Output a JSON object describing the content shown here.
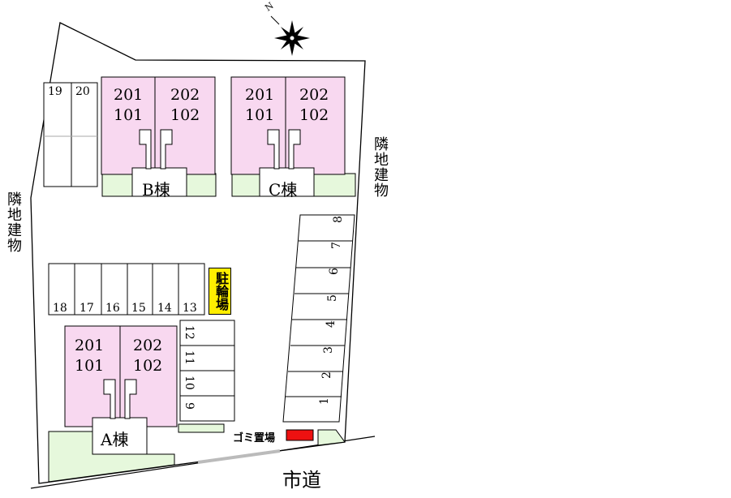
{
  "compass": {
    "north_letter": "N"
  },
  "neighbor_label": "隣地建物",
  "road_label": "市道",
  "bicycle_parking_label": "駐輪場",
  "garbage_label": "ゴミ置場",
  "colors": {
    "unit_fill": "#f8d8f0",
    "green_fill": "#e6f8dc",
    "garbage_fill": "#ee1111",
    "bicycle_fill": "#ffee00"
  },
  "buildings": [
    {
      "name": "B棟",
      "units_upper": [
        "201",
        "202"
      ],
      "units_lower": [
        "101",
        "102"
      ]
    },
    {
      "name": "C棟",
      "units_upper": [
        "201",
        "202"
      ],
      "units_lower": [
        "101",
        "102"
      ]
    },
    {
      "name": "A棟",
      "units_upper": [
        "201",
        "202"
      ],
      "units_lower": [
        "101",
        "102"
      ]
    }
  ],
  "parking": {
    "top_left": [
      "19",
      "20"
    ],
    "middle_row": [
      "18",
      "17",
      "16",
      "15",
      "14",
      "13"
    ],
    "small_column": [
      "12",
      "11",
      "10",
      "9"
    ],
    "right_column": [
      "8",
      "7",
      "6",
      "5",
      "4",
      "3",
      "2",
      "1"
    ]
  }
}
